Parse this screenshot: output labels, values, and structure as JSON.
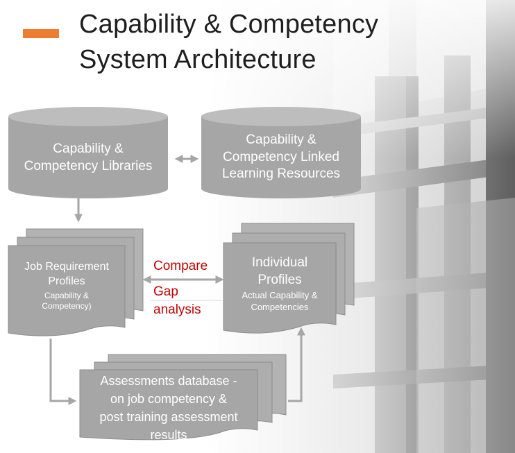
{
  "title": {
    "line1": "Capability & Competency",
    "line2": "System Architecture"
  },
  "colors": {
    "accent": "#ed7d31",
    "shape_fill": "#a6a6a6",
    "shape_edge": "#8c8c8c",
    "arrow": "#a6a6a6",
    "annotation": "#c00000"
  },
  "nodes": {
    "libraries": {
      "line1": "Capability &",
      "line2": "Competency Libraries"
    },
    "learning": {
      "line1": "Capability &",
      "line2": "Competency Linked",
      "line3": "Learning Resources"
    },
    "job_profiles": {
      "line1": "Job Requirement",
      "line2": "Profiles",
      "line3": "Capability &",
      "line4": "Competency)"
    },
    "individual_profiles": {
      "line1": "Individual",
      "line2": "Profiles",
      "line3": "Actual Capability &",
      "line4": "Competencies"
    },
    "assessments": {
      "line1": "Assessments database -",
      "line2": "on job competency &",
      "line3": "post training assessment",
      "line4": "results"
    }
  },
  "annotations": {
    "compare": "Compare",
    "gap1": "Gap",
    "gap2": "analysis"
  }
}
